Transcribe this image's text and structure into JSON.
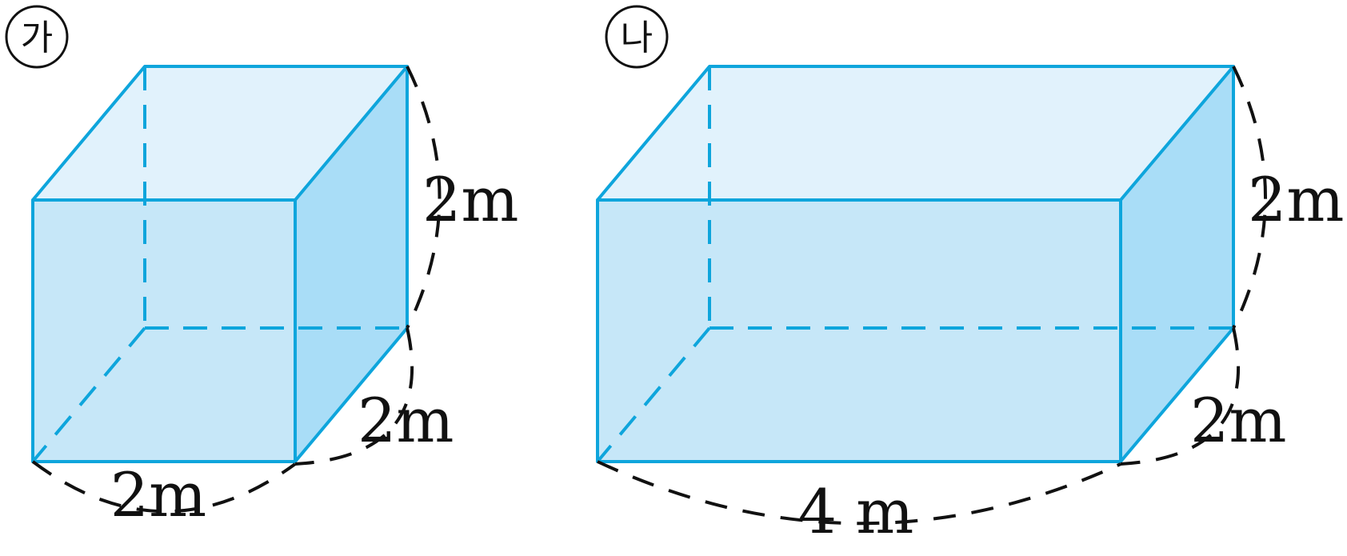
{
  "figures": [
    {
      "marker": "가",
      "dimensions": {
        "width": "2m",
        "depth": "2m",
        "height": "2m"
      }
    },
    {
      "marker": "나",
      "dimensions": {
        "width": "4 m",
        "depth": "2m",
        "height": "2m"
      }
    }
  ],
  "colors": {
    "edge": "#0ea5dc",
    "front_face": "#c6e7f8",
    "top_face": "#e1f2fc",
    "side_face": "#a9ddf7",
    "dimension_line": "#111111"
  }
}
